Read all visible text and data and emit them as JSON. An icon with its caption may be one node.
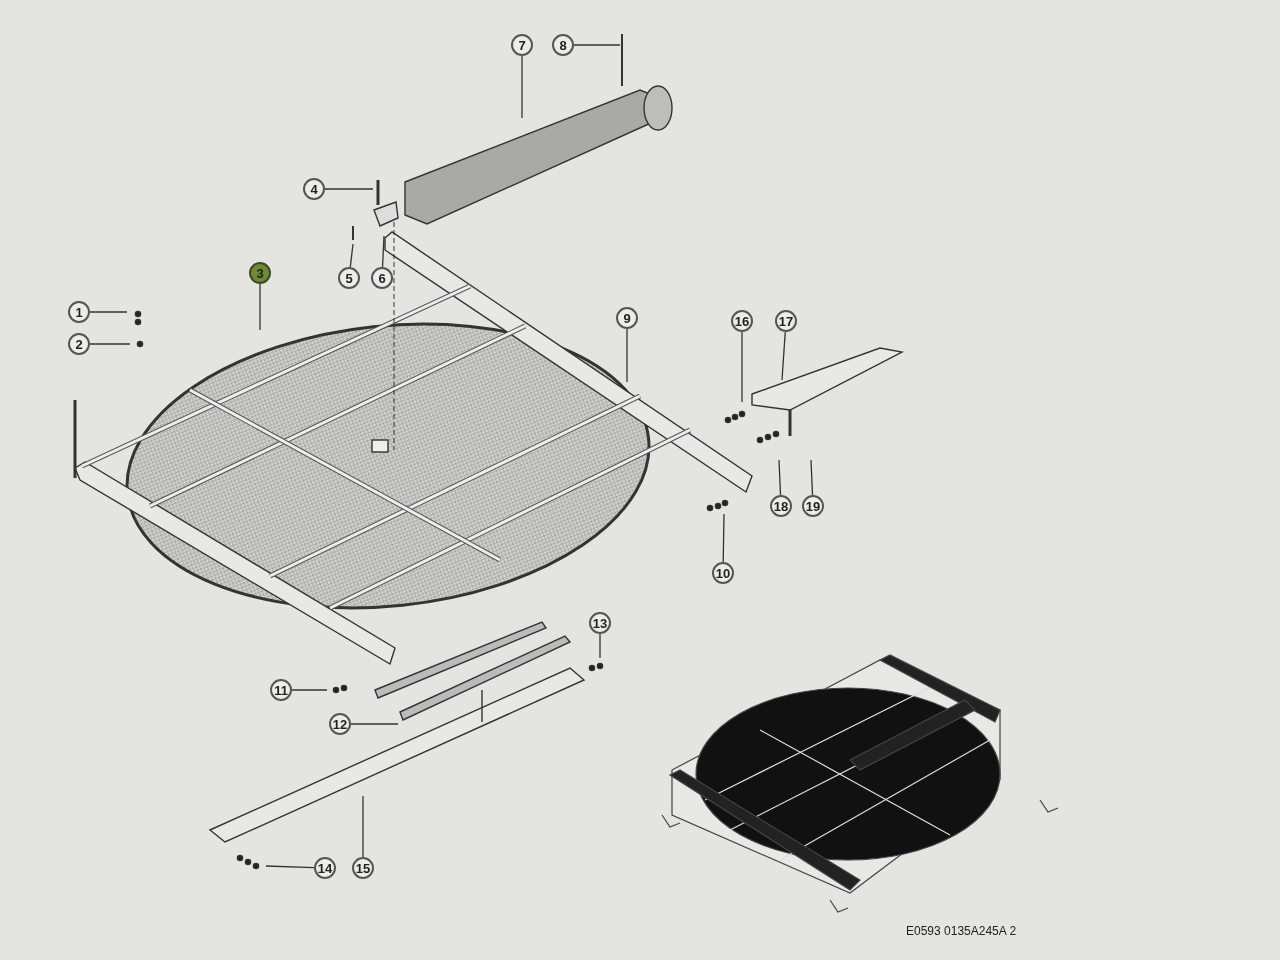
{
  "diagram": {
    "nodes": [
      {
        "text": [
          "1"
        ]
      },
      {
        "text": [
          "2"
        ]
      },
      {
        "text": [
          "3"
        ]
      },
      {
        "text": [
          "4"
        ]
      },
      {
        "text": [
          "5"
        ]
      },
      {
        "text": [
          "6"
        ]
      },
      {
        "text": [
          "7"
        ]
      },
      {
        "text": [
          "8"
        ]
      },
      {
        "text": [
          "9"
        ]
      },
      {
        "text": [
          "10"
        ]
      },
      {
        "text": [
          "11"
        ]
      },
      {
        "text": [
          "12"
        ]
      },
      {
        "text": [
          "13"
        ]
      },
      {
        "text": [
          "14"
        ]
      },
      {
        "text": [
          "15"
        ]
      },
      {
        "text": [
          "16"
        ]
      },
      {
        "text": [
          "17"
        ]
      },
      {
        "text": [
          "18"
        ]
      },
      {
        "text": [
          "19"
        ]
      }
    ],
    "edges": [
      {
        "from": 0,
        "to": null,
        "arrow": "none"
      },
      {
        "from": 1,
        "to": null,
        "arrow": "none"
      },
      {
        "from": 2,
        "to": null,
        "arrow": "none"
      },
      {
        "from": 3,
        "to": null,
        "arrow": "none"
      },
      {
        "from": 4,
        "to": null,
        "arrow": "none"
      },
      {
        "from": 5,
        "to": null,
        "arrow": "none"
      },
      {
        "from": 6,
        "to": null,
        "arrow": "none"
      },
      {
        "from": 7,
        "to": null,
        "arrow": "none"
      },
      {
        "from": 8,
        "to": null,
        "arrow": "none"
      },
      {
        "from": 9,
        "to": null,
        "arrow": "none"
      },
      {
        "from": 10,
        "to": null,
        "arrow": "none"
      },
      {
        "from": 11,
        "to": null,
        "arrow": "none"
      },
      {
        "from": 12,
        "to": null,
        "arrow": "none"
      },
      {
        "from": 13,
        "to": null,
        "arrow": "none"
      },
      {
        "from": 14,
        "to": null,
        "arrow": "none"
      },
      {
        "from": 15,
        "to": null,
        "arrow": "none"
      },
      {
        "from": 16,
        "to": null,
        "arrow": "none"
      },
      {
        "from": 17,
        "to": null,
        "arrow": "none"
      },
      {
        "from": 18,
        "to": null,
        "arrow": "none"
      }
    ],
    "labels": [
      "E0593 0135A245A 2"
    ]
  }
}
